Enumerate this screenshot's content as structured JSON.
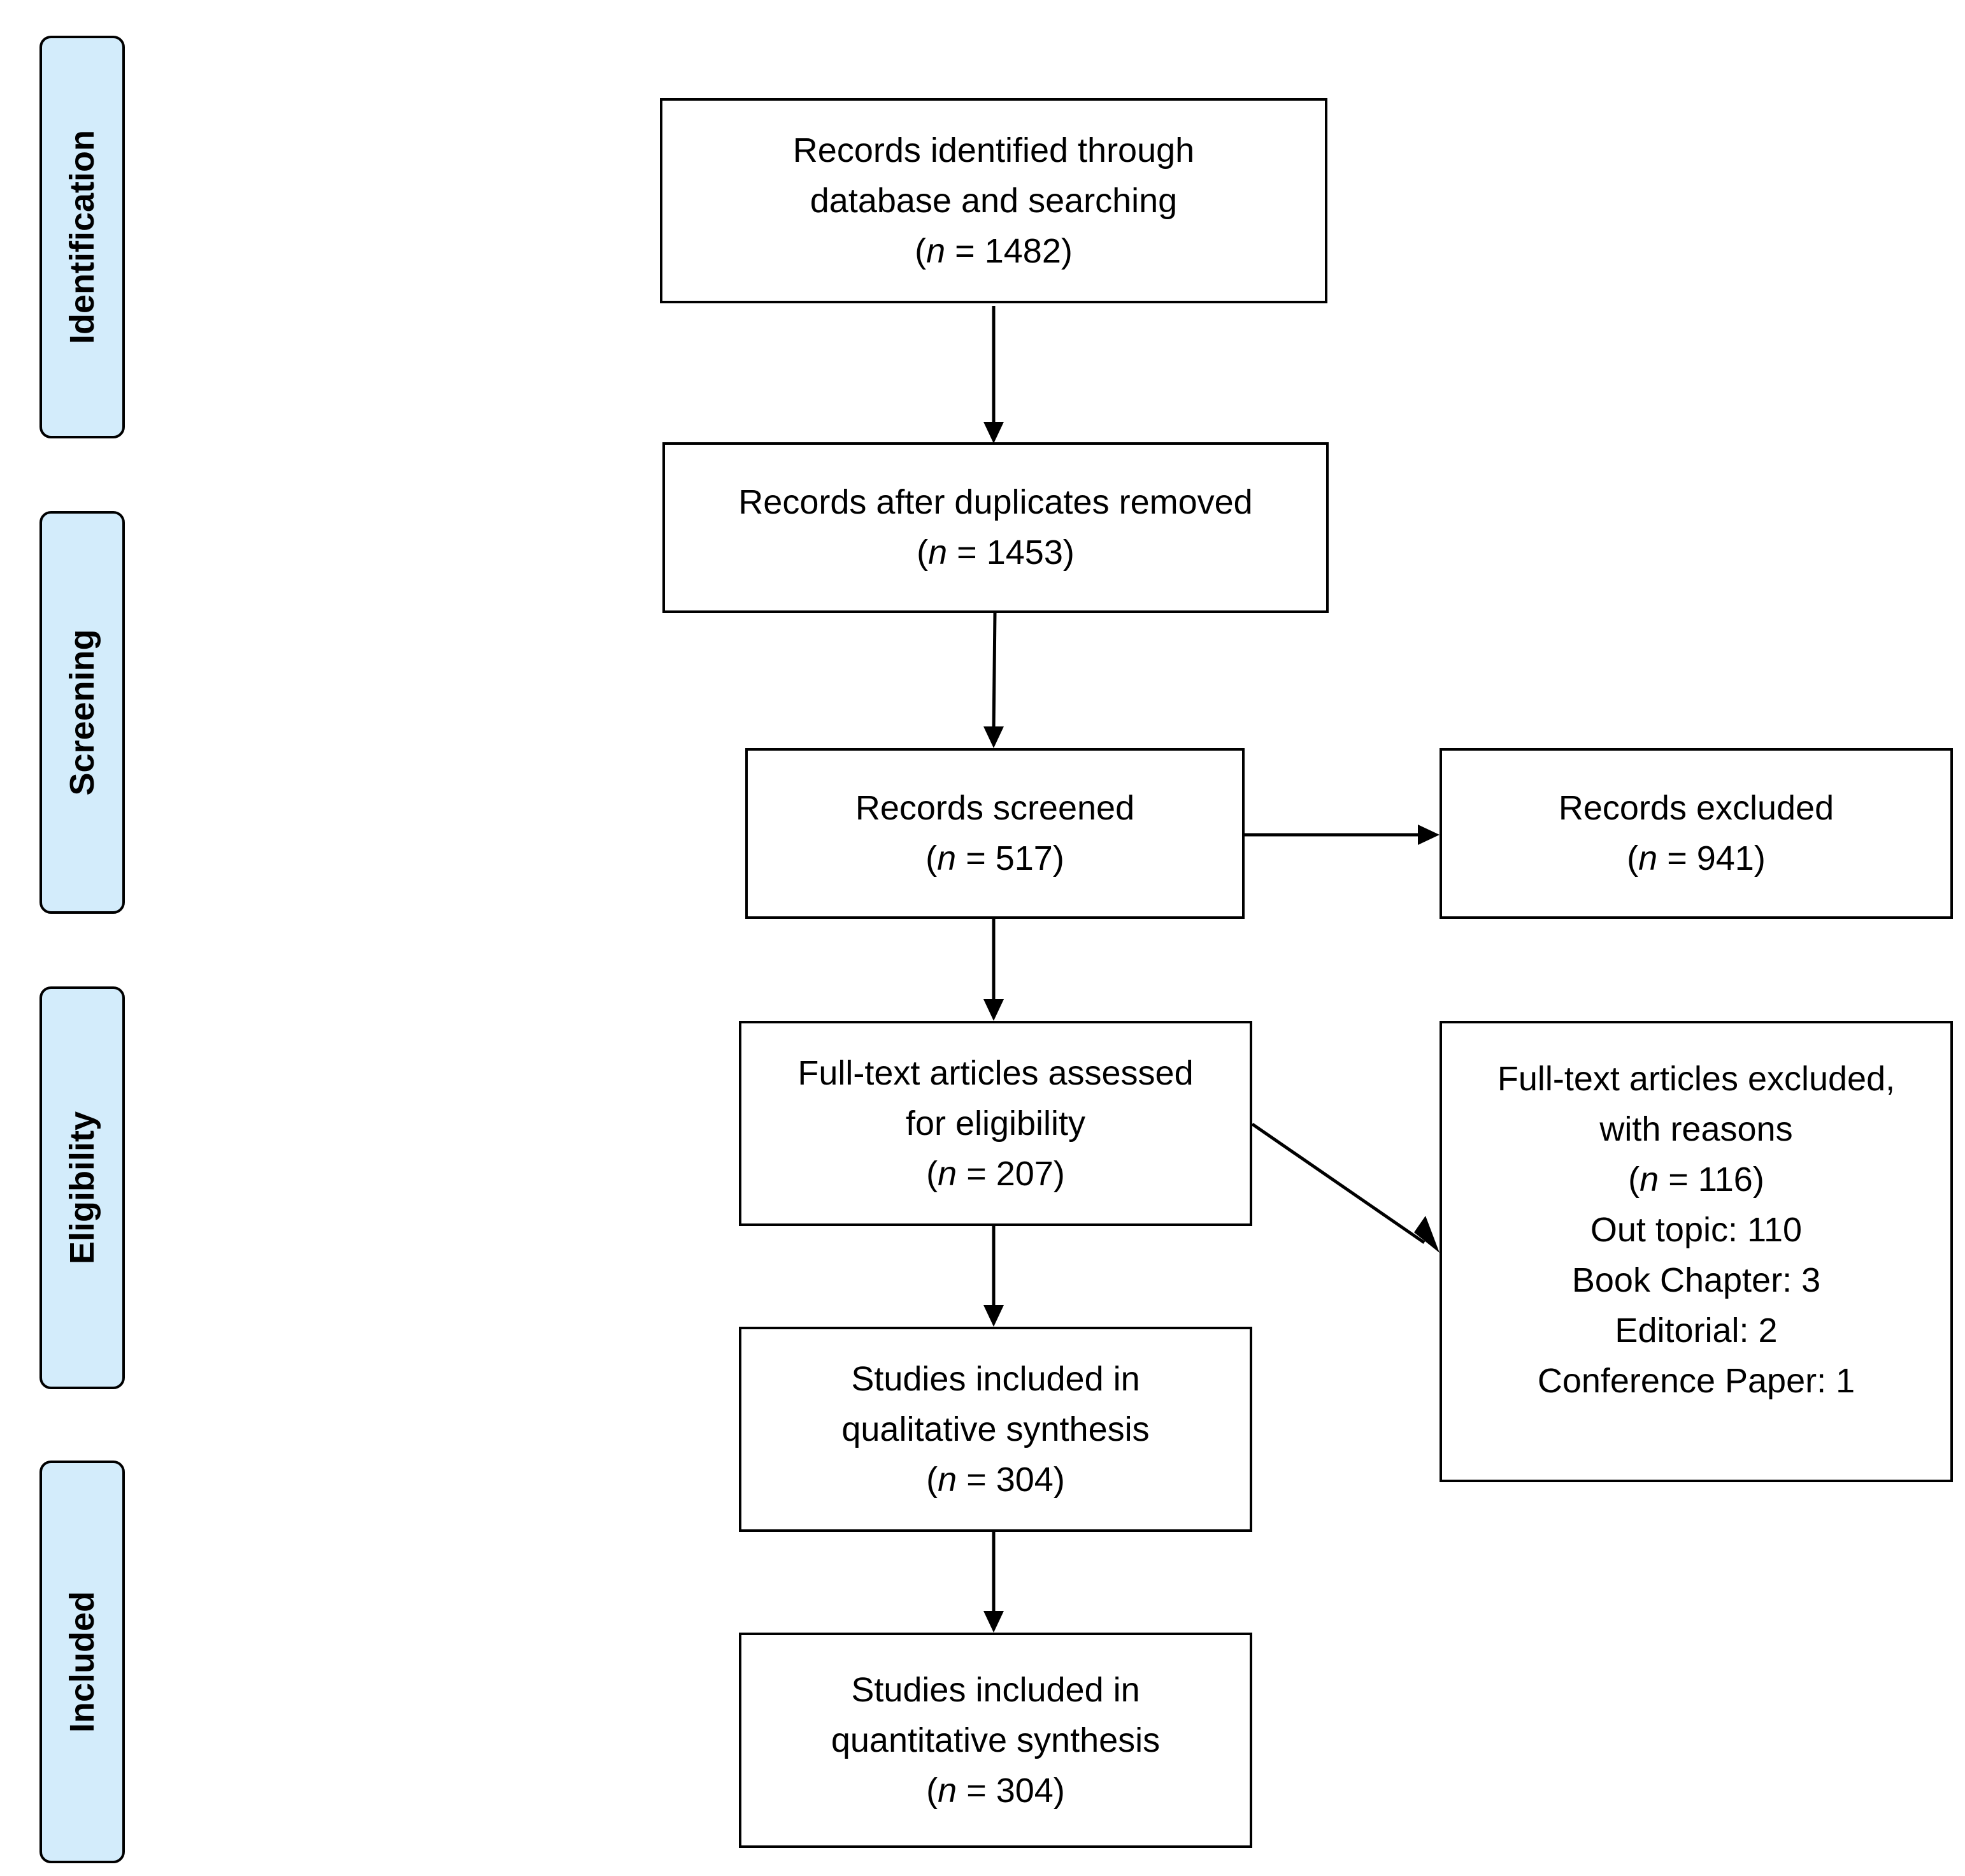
{
  "colors": {
    "stage_fill": "#d3ecfb",
    "stroke": "#000000",
    "box_fill": "#ffffff"
  },
  "stages": {
    "identification": "Identification",
    "screening": "Screening",
    "eligibility": "Eligibility",
    "included": "Included"
  },
  "boxes": {
    "identified": {
      "lines": [
        "Records identified through",
        "database and searching"
      ],
      "n": "1482"
    },
    "after_duplicates": {
      "lines": [
        "Records after duplicates removed"
      ],
      "n": "1453"
    },
    "screened": {
      "lines": [
        "Records screened"
      ],
      "n": "517"
    },
    "excluded": {
      "lines": [
        "Records excluded"
      ],
      "n": "941"
    },
    "fulltext_assessed": {
      "lines": [
        "Full-text articles assessed",
        "for eligibility"
      ],
      "n": "207"
    },
    "fulltext_excluded": {
      "lines": [
        "Full-text articles excluded,",
        "with reasons"
      ],
      "n": "116",
      "reasons": [
        "Out topic: 110",
        "Book Chapter: 3",
        "Editorial: 2",
        "Conference Paper: 1"
      ]
    },
    "qualitative": {
      "lines": [
        "Studies included in",
        "qualitative synthesis"
      ],
      "n": "304"
    },
    "quantitative": {
      "lines": [
        "Studies included in",
        "quantitative synthesis"
      ],
      "n": "304"
    }
  },
  "n_prefix": "n",
  "n_equals": " =  "
}
